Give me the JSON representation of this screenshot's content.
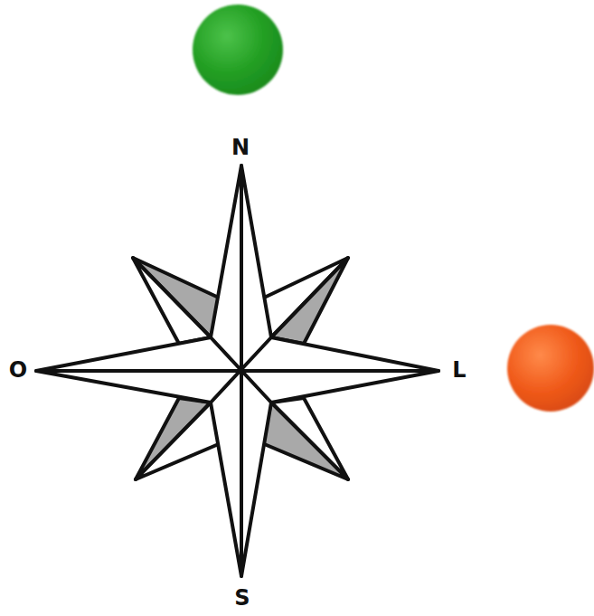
{
  "diagram": {
    "labels": [
      "N",
      "O",
      "L",
      "S"
    ]
  }
}
